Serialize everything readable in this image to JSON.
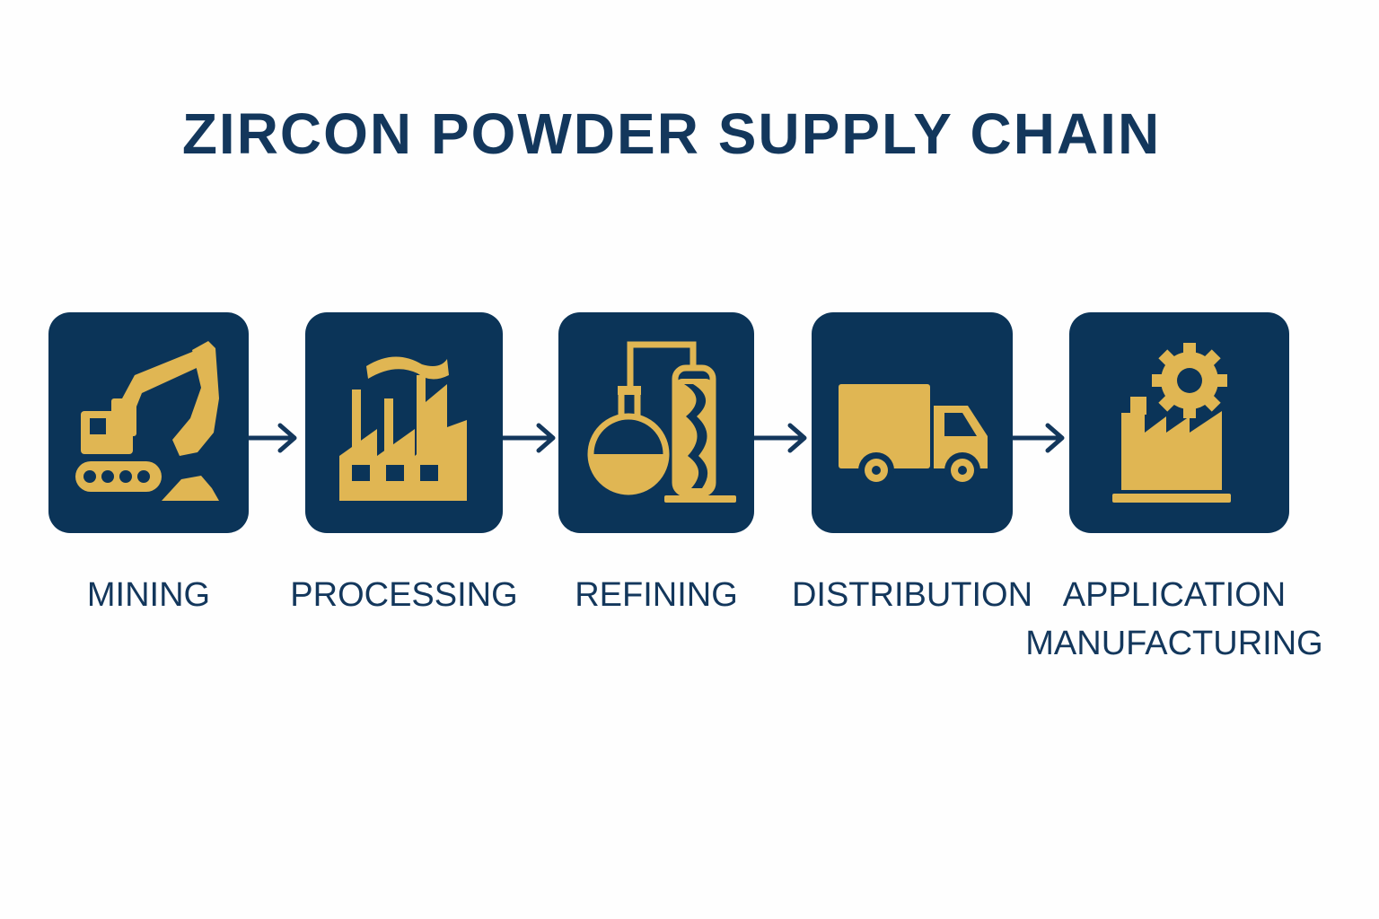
{
  "title": "ZIRCON POWDER SUPPLY CHAIN",
  "colors": {
    "tile": "#0b3458",
    "icon": "#e0b653",
    "text": "#13375c"
  },
  "steps": [
    {
      "label": "MINING",
      "icon": "excavator-icon"
    },
    {
      "label": "PROCESSING",
      "icon": "factory-icon"
    },
    {
      "label": "REFINING",
      "icon": "flask-icon"
    },
    {
      "label": "DISTRIBUTION",
      "icon": "truck-icon"
    },
    {
      "label": "APPLICATION\nMANUFACTURING",
      "icon": "factory-gear-icon"
    }
  ]
}
